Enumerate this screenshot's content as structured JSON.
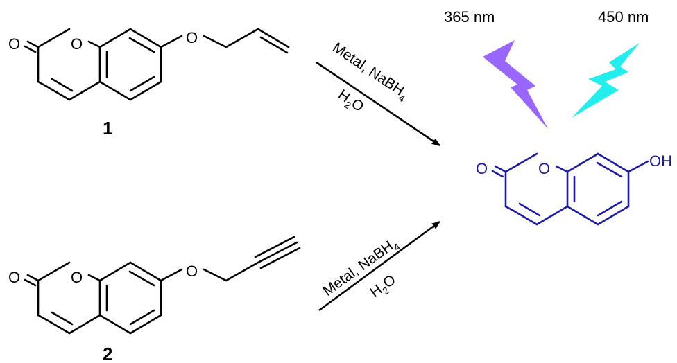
{
  "colors": {
    "reactant": "#000000",
    "product": "#1a1aa6",
    "uv_bolt": "#9966ff",
    "vis_bolt": "#22eeee",
    "arrow": "#000000"
  },
  "compounds": {
    "c1": {
      "number": "1",
      "atom_o_ring": "O",
      "atom_o_carbonyl": "O",
      "atom_o_ether": "O"
    },
    "c2": {
      "number": "2",
      "atom_o_ring": "O",
      "atom_o_carbonyl": "O",
      "atom_o_ether": "O"
    },
    "product": {
      "atom_o_ring": "O",
      "atom_o_carbonyl": "O",
      "atom_oh": "OH"
    }
  },
  "reactions": {
    "top": {
      "reagent": "Metal, NaBH",
      "reagent_sub": "4",
      "solvent_pre": "H",
      "solvent_sub": "2",
      "solvent_post": "O"
    },
    "bottom": {
      "reagent": "Metal, NaBH",
      "reagent_sub": "4",
      "solvent_pre": "H",
      "solvent_sub": "2",
      "solvent_post": "O"
    }
  },
  "light": {
    "uv_label": "365 nm",
    "vis_label": "450 nm",
    "uv_icon": "lightning-bolt-icon",
    "vis_icon": "lightning-bolt-icon"
  }
}
